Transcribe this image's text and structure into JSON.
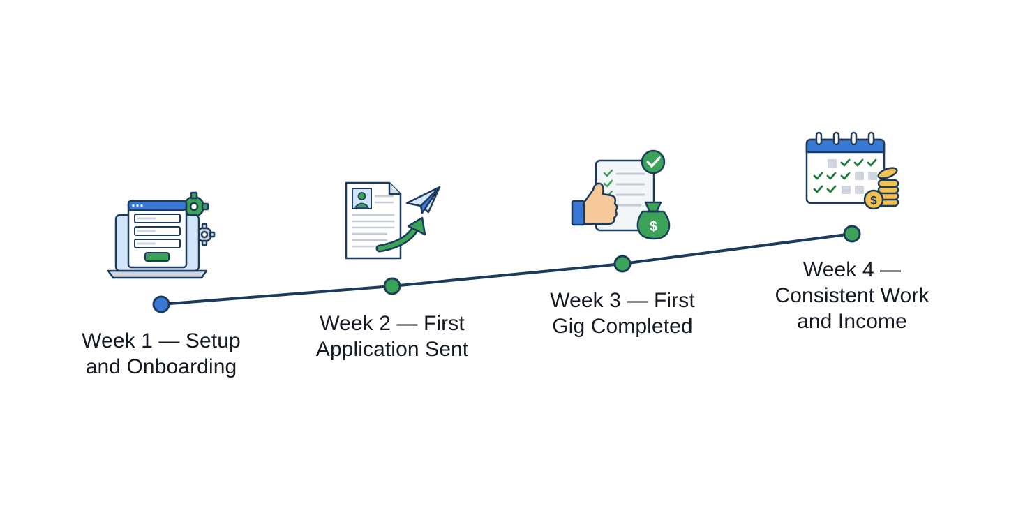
{
  "timeline": {
    "line_color": "#1b3a5c",
    "milestones": [
      {
        "id": "week-1",
        "label": "Week 1 — Setup\nand Onboarding",
        "icon": "laptop-signup-form-gears-icon",
        "marker_color": "#3a78d6"
      },
      {
        "id": "week-2",
        "label": "Week 2 — First\nApplication Sent",
        "icon": "resume-send-arrow-icon",
        "marker_color": "#3aa357"
      },
      {
        "id": "week-3",
        "label": "Week 3 — First\nGig Completed",
        "icon": "thumbs-up-checklist-money-bag-icon",
        "marker_color": "#3aa357"
      },
      {
        "id": "week-4",
        "label": "Week 4 —\nConsistent Work\nand Income",
        "icon": "calendar-checks-coins-icon",
        "marker_color": "#3aa357"
      }
    ]
  },
  "colors": {
    "outline": "#1b3a5c",
    "blue": "#3a78d6",
    "light_blue": "#d3e5fa",
    "green": "#3aa357",
    "light_green": "#dff1e2",
    "gold": "#f2c14e",
    "skin": "#f6c99a",
    "gray": "#cfd6df"
  }
}
